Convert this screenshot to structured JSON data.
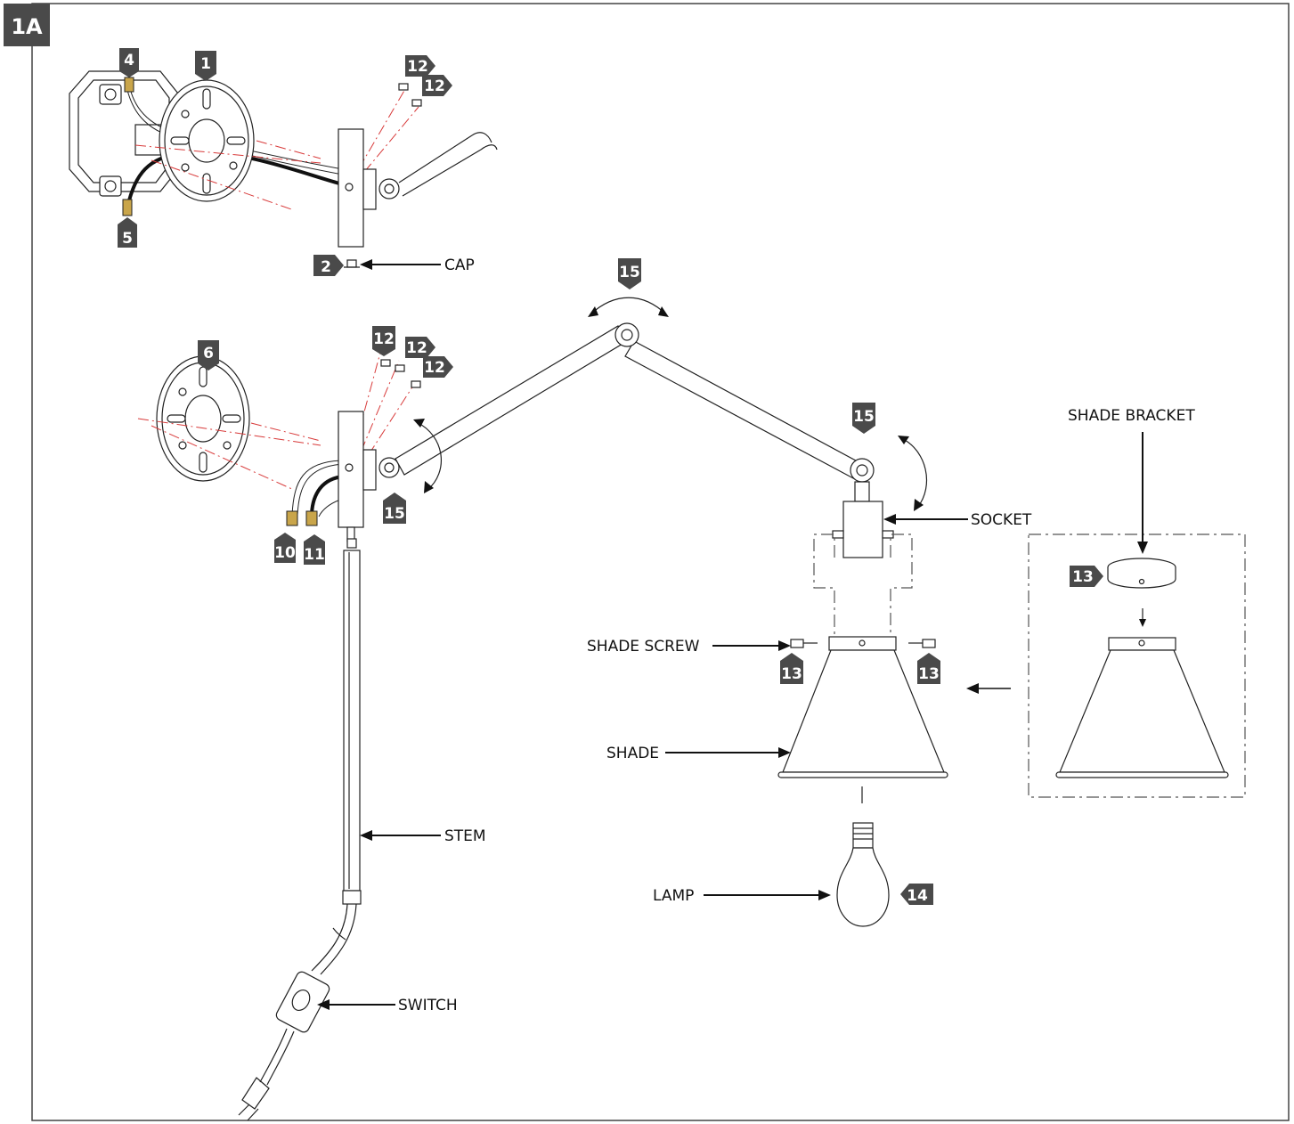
{
  "figure_label": "1A",
  "labels": {
    "cap": "CAP",
    "shade_bracket": "SHADE BRACKET",
    "socket": "SOCKET",
    "shade_screw": "SHADE SCREW",
    "shade": "SHADE",
    "stem": "STEM",
    "lamp": "LAMP",
    "switch": "SWITCH"
  },
  "part_numbers": {
    "mount_plate_top": "1",
    "cap": "2",
    "wire_nut_top": "4",
    "wire_nut_bottom": "5",
    "mount_plate_lower": "6",
    "wire_nut_left": "10",
    "wire_nut_right": "11",
    "screw": "12",
    "shade_bracket": "13",
    "shade_screw": "13",
    "lamp": "14",
    "pivot": "15"
  }
}
